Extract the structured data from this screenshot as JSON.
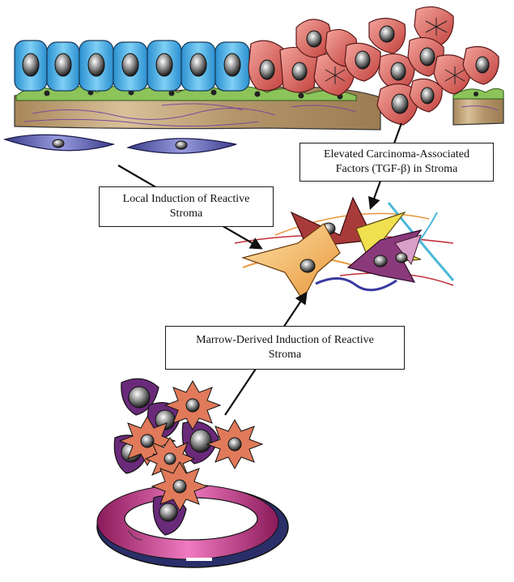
{
  "labels": {
    "carcinoma_factors": {
      "line1": "Elevated Carcinoma-Associated",
      "line2": "Factors (TGF-β) in Stroma"
    },
    "local_induction": {
      "line1": "Local Induction of Reactive",
      "line2": "Stroma"
    },
    "marrow_induction": {
      "line1": "Marrow-Derived Induction of Reactive",
      "line2": "Stroma"
    }
  },
  "colors": {
    "epithelial_cell": "#45aee3",
    "tumor_cell": "#d9605a",
    "stroma": "#b79a6a",
    "fibroblast": "#5a5db0",
    "myoepithelial": "#8cc45a",
    "reactive_stroma_orange": "#f2b46a",
    "reactive_stroma_red": "#a83a3a",
    "reactive_stroma_purple": "#8a3a7a",
    "bone_pink": "#c03a8a",
    "bone_navy": "#2a2f6a",
    "marrow_purple": "#6a2a7a",
    "marrow_spiky": "#e07a5a",
    "arrow": "#111111"
  }
}
